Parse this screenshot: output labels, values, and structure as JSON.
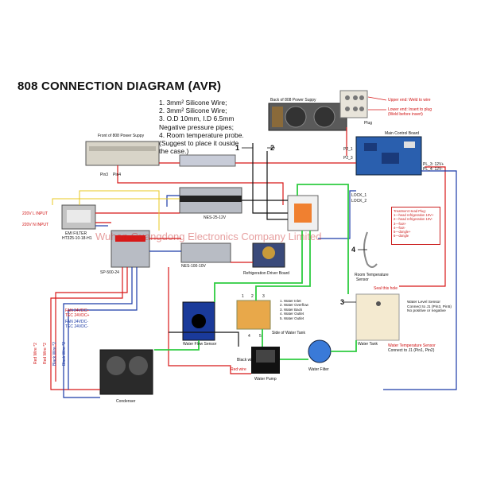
{
  "title": "808 CONNECTION DIAGRAM (AVR)",
  "notes": [
    "1. 3mm² Silicone Wire;",
    "2. 3mm² Silicone Wire;",
    "3. O.D 10mm, I.D 6.5mm",
    "    Negative pressure pipes;",
    "4. Room temperature probe.",
    "    (Suggest to place it ouside",
    "    the case.)"
  ],
  "labels": {
    "back_power": "Back of 808 Power Suppy",
    "front_power": "Front of 808 Power Suppy",
    "plug": "Plug",
    "plug_upper": "Upper end: Weld to wire",
    "plug_lower_1": "Lower end: Insert to plug",
    "plug_lower_2": "(Weld before insert)",
    "main_board": "Main Control Board",
    "p2_1": "P2_1",
    "p2_3": "P2_3",
    "pl_3": "PL_3: 12V+",
    "pl_4": "PL_4: 12V-",
    "lock_1": "LOCK_1",
    "lock_2": "LOCK_2",
    "pin3": "Pin3",
    "pin4": "Pin4",
    "nes25": "NES-25-12V",
    "nes100": "NES-100-10V",
    "sp500": "SP-500-24",
    "emi": "EMI FILTER",
    "emi_model": "HT325-10-18-H1",
    "l_input": "220V L INPUT",
    "n_input": "220V N INPUT",
    "refrig_driver": "Refrigeration Driver Board",
    "room_temp": "Room Temperature",
    "room_temp2": "Sensor",
    "fan_tec_plus_1": "FAN 24VDC+",
    "fan_tec_plus_2": "TEC 24VDC+",
    "fan_tec_minus_1": "FAN 24VDC-",
    "fan_tec_minus_2": "TEC 24VDC-",
    "red_wire_a": "Red Wire *2",
    "red_wire_b": "Red Wire *2",
    "black_wire_a": "Black Wire *2",
    "black_wire_b": "Black Wire *2",
    "condenser": "Condenser",
    "water_flow": "Water Flow Sensor",
    "water_pump": "Water Pump",
    "black_wire": "Black wire",
    "red_wire": "Red wire",
    "side_tank": "Side of Water Tank",
    "water_filter": "Water Filter",
    "water_tank": "Water Tank",
    "seal_hole": "Seal this hole",
    "water_temp_1": "Water Temperature Sensor",
    "water_temp_2": "Connect to J1 (Pin1, Pin2)",
    "watermark": "Wuhan Guangdong Electronics Company Limited"
  },
  "plug_box": {
    "title": "Treatment Head Plug:",
    "lines": [
      "1—head refrigeration 10V+",
      "2—head refrigeration 10V-",
      "3—foot+",
      "4—foot-",
      "5—dongle+",
      "6—dongle"
    ]
  },
  "water_level": {
    "lines": [
      "Water Level Sensor",
      "Connect to J1 (Pin3, Pin5)",
      "No positive or negative"
    ]
  },
  "tank_ports": {
    "lines": [
      "1. Water Inlet",
      "2. Water Overflow",
      "3. Water Back",
      "4. Water Outlet",
      "5. Water Outlet"
    ]
  },
  "numbers": {
    "n1": "1",
    "n2": "2",
    "n3": "3",
    "n4": "4",
    "p1": "1",
    "p2": "2",
    "p3": "3",
    "p4": "4",
    "p5": "5"
  },
  "colors": {
    "red_wire": "#d81818",
    "blue_wire": "#1a3aa8",
    "green_pipe": "#2ecc40",
    "black_wire": "#111111",
    "yellow_wire": "#e8c820",
    "board_blue": "#2a5fae"
  }
}
